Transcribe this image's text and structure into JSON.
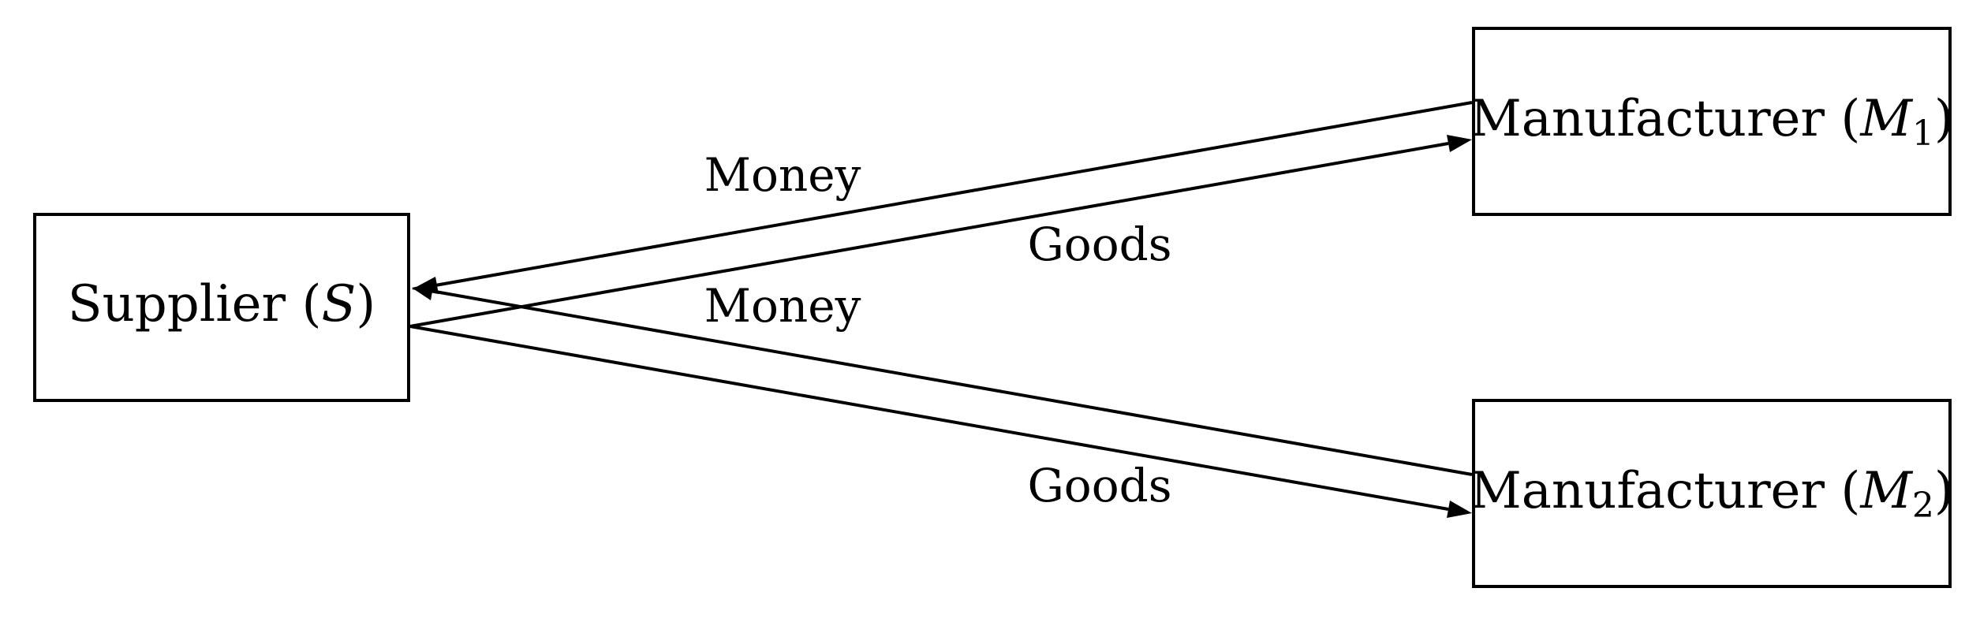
{
  "nodes": {
    "supplier": {
      "label": "Supplier (",
      "symbol": "S",
      "suffix": ")"
    },
    "m1": {
      "label": "Manufacturer (",
      "symbol": "M",
      "subscript": "1",
      "suffix": ")"
    },
    "m2": {
      "label": "Manufacturer (",
      "symbol": "M",
      "subscript": "2",
      "suffix": ")"
    }
  },
  "edges": {
    "m1_money": "Money",
    "m1_goods": "Goods",
    "m2_money": "Money",
    "m2_goods": "Goods"
  },
  "colors": {
    "stroke": "#000000",
    "background": "#ffffff"
  }
}
